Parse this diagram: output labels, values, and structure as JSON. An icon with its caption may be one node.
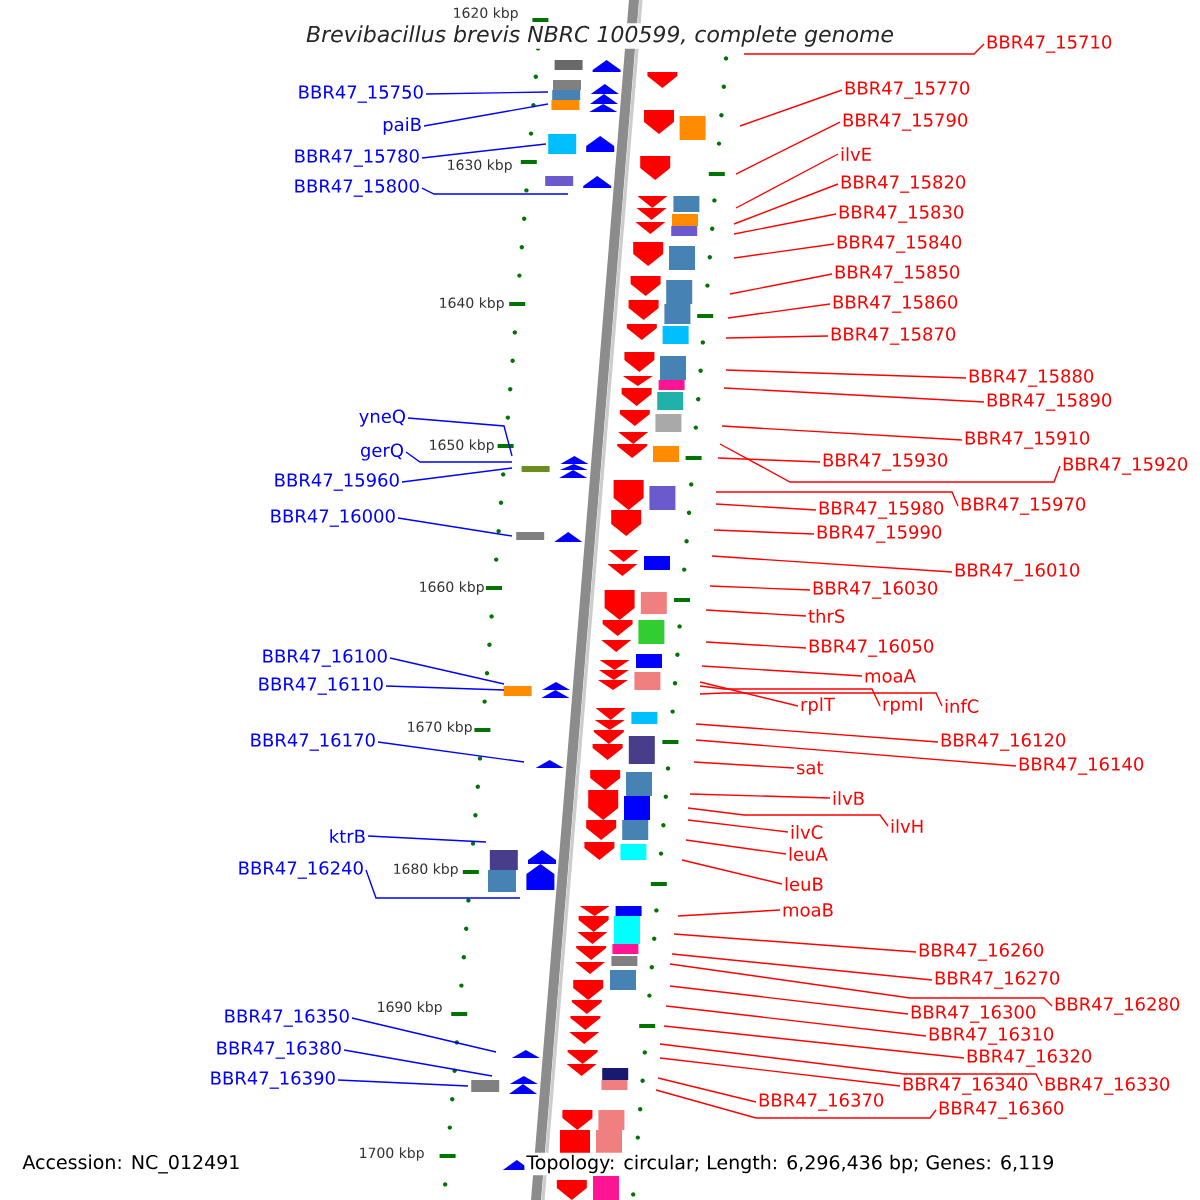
{
  "diagram": {
    "title": "Brevibacillus brevis NBRC 100599, complete genome",
    "nodes": [
      {
        "text": [
          "BBR47_15750"
        ]
      },
      {
        "text": [
          "paiB"
        ]
      },
      {
        "text": [
          "BBR47_15780"
        ]
      },
      {
        "text": [
          "BBR47_15800"
        ]
      },
      {
        "text": [
          "yneQ"
        ]
      },
      {
        "text": [
          "gerQ"
        ]
      },
      {
        "text": [
          "BBR47_15960"
        ]
      },
      {
        "text": [
          "BBR47_16000"
        ]
      },
      {
        "text": [
          "BBR47_16100"
        ]
      },
      {
        "text": [
          "BBR47_16110"
        ]
      },
      {
        "text": [
          "BBR47_16170"
        ]
      },
      {
        "text": [
          "ktrB"
        ]
      },
      {
        "text": [
          "BBR47_16240"
        ]
      },
      {
        "text": [
          "BBR47_16350"
        ]
      },
      {
        "text": [
          "BBR47_16380"
        ]
      },
      {
        "text": [
          "BBR47_16390"
        ]
      },
      {
        "text": [
          "BBR47_15710"
        ]
      },
      {
        "text": [
          "BBR47_15770"
        ]
      },
      {
        "text": [
          "BBR47_15790"
        ]
      },
      {
        "text": [
          "ilvE"
        ]
      },
      {
        "text": [
          "BBR47_15820"
        ]
      },
      {
        "text": [
          "BBR47_15830"
        ]
      },
      {
        "text": [
          "BBR47_15840"
        ]
      },
      {
        "text": [
          "BBR47_15850"
        ]
      },
      {
        "text": [
          "BBR47_15860"
        ]
      },
      {
        "text": [
          "BBR47_15870"
        ]
      },
      {
        "text": [
          "BBR47_15880"
        ]
      },
      {
        "text": [
          "BBR47_15890"
        ]
      },
      {
        "text": [
          "BBR47_15910"
        ]
      },
      {
        "text": [
          "BBR47_15920"
        ]
      },
      {
        "text": [
          "BBR47_15930"
        ]
      },
      {
        "text": [
          "BBR47_15980"
        ]
      },
      {
        "text": [
          "BBR47_15970"
        ]
      },
      {
        "text": [
          "BBR47_15990"
        ]
      },
      {
        "text": [
          "BBR47_16010"
        ]
      },
      {
        "text": [
          "BBR47_16030"
        ]
      },
      {
        "text": [
          "thrS"
        ]
      },
      {
        "text": [
          "BBR47_16050"
        ]
      },
      {
        "text": [
          "moaA"
        ]
      },
      {
        "text": [
          "rplT"
        ]
      },
      {
        "text": [
          "rpmI"
        ]
      },
      {
        "text": [
          "infC"
        ]
      },
      {
        "text": [
          "BBR47_16120"
        ]
      },
      {
        "text": [
          "BBR47_16140"
        ]
      },
      {
        "text": [
          "sat"
        ]
      },
      {
        "text": [
          "ilvB"
        ]
      },
      {
        "text": [
          "ilvH"
        ]
      },
      {
        "text": [
          "ilvC"
        ]
      },
      {
        "text": [
          "leuA"
        ]
      },
      {
        "text": [
          "leuB"
        ]
      },
      {
        "text": [
          "moaB"
        ]
      },
      {
        "text": [
          "BBR47_16260"
        ]
      },
      {
        "text": [
          "BBR47_16270"
        ]
      },
      {
        "text": [
          "BBR47_16280"
        ]
      },
      {
        "text": [
          "BBR47_16300"
        ]
      },
      {
        "text": [
          "BBR47_16310"
        ]
      },
      {
        "text": [
          "BBR47_16320"
        ]
      },
      {
        "text": [
          "BBR47_16330"
        ]
      },
      {
        "text": [
          "BBR47_16340"
        ]
      },
      {
        "text": [
          "BBR47_16360"
        ]
      },
      {
        "text": [
          "BBR47_16370"
        ]
      }
    ],
    "edges": [
      {
        "from": 0,
        "to": null,
        "arrow": "none",
        "color": "#0000ff"
      },
      {
        "from": 1,
        "to": null,
        "arrow": "none",
        "color": "#0000ff"
      },
      {
        "from": 2,
        "to": null,
        "arrow": "none",
        "color": "#0000ff"
      },
      {
        "from": 3,
        "to": null,
        "arrow": "none",
        "color": "#0000ff"
      },
      {
        "from": 4,
        "to": null,
        "arrow": "none",
        "color": "#0000ff"
      },
      {
        "from": 5,
        "to": null,
        "arrow": "none",
        "color": "#0000ff"
      },
      {
        "from": 6,
        "to": null,
        "arrow": "none",
        "color": "#0000ff"
      },
      {
        "from": 7,
        "to": null,
        "arrow": "none",
        "color": "#0000ff"
      },
      {
        "from": 8,
        "to": null,
        "arrow": "none",
        "color": "#0000ff"
      },
      {
        "from": 9,
        "to": null,
        "arrow": "none",
        "color": "#0000ff"
      },
      {
        "from": 10,
        "to": null,
        "arrow": "none",
        "color": "#0000ff"
      },
      {
        "from": 11,
        "to": null,
        "arrow": "none",
        "color": "#0000ff"
      },
      {
        "from": 12,
        "to": null,
        "arrow": "none",
        "color": "#0000ff"
      },
      {
        "from": 13,
        "to": null,
        "arrow": "none",
        "color": "#0000ff"
      },
      {
        "from": 14,
        "to": null,
        "arrow": "none",
        "color": "#0000ff"
      },
      {
        "from": 15,
        "to": null,
        "arrow": "none",
        "color": "#0000ff"
      },
      {
        "from": 16,
        "to": null,
        "arrow": "none"
      },
      {
        "from": 17,
        "to": null,
        "arrow": "none"
      },
      {
        "from": 18,
        "to": null,
        "arrow": "none"
      },
      {
        "from": 19,
        "to": null,
        "arrow": "none"
      },
      {
        "from": 20,
        "to": null,
        "arrow": "none"
      },
      {
        "from": 21,
        "to": null,
        "arrow": "none"
      },
      {
        "from": 22,
        "to": null,
        "arrow": "none"
      },
      {
        "from": 23,
        "to": null,
        "arrow": "none"
      },
      {
        "from": 24,
        "to": null,
        "arrow": "none"
      },
      {
        "from": 25,
        "to": null,
        "arrow": "none"
      },
      {
        "from": 26,
        "to": null,
        "arrow": "none"
      },
      {
        "from": 27,
        "to": null,
        "arrow": "none"
      },
      {
        "from": 28,
        "to": null,
        "arrow": "none"
      },
      {
        "from": 29,
        "to": null,
        "arrow": "none"
      },
      {
        "from": 30,
        "to": null,
        "arrow": "none"
      },
      {
        "from": 31,
        "to": null,
        "arrow": "none"
      },
      {
        "from": 32,
        "to": null,
        "arrow": "none"
      },
      {
        "from": 33,
        "to": null,
        "arrow": "none"
      },
      {
        "from": 34,
        "to": null,
        "arrow": "none"
      },
      {
        "from": 35,
        "to": null,
        "arrow": "none"
      },
      {
        "from": 36,
        "to": null,
        "arrow": "none"
      },
      {
        "from": 37,
        "to": null,
        "arrow": "none"
      },
      {
        "from": 38,
        "to": null,
        "arrow": "none"
      },
      {
        "from": 39,
        "to": null,
        "arrow": "none"
      },
      {
        "from": 40,
        "to": null,
        "arrow": "none"
      },
      {
        "from": 41,
        "to": null,
        "arrow": "none"
      },
      {
        "from": 42,
        "to": null,
        "arrow": "none"
      },
      {
        "from": 43,
        "to": null,
        "arrow": "none"
      },
      {
        "from": 44,
        "to": null,
        "arrow": "none"
      },
      {
        "from": 45,
        "to": null,
        "arrow": "none"
      },
      {
        "from": 46,
        "to": null,
        "arrow": "none"
      },
      {
        "from": 47,
        "to": null,
        "arrow": "none"
      },
      {
        "from": 48,
        "to": null,
        "arrow": "none"
      },
      {
        "from": 49,
        "to": null,
        "arrow": "none"
      },
      {
        "from": 50,
        "to": null,
        "arrow": "none"
      },
      {
        "from": 51,
        "to": null,
        "arrow": "none"
      },
      {
        "from": 52,
        "to": null,
        "arrow": "none"
      },
      {
        "from": 53,
        "to": null,
        "arrow": "none"
      },
      {
        "from": 54,
        "to": null,
        "arrow": "none"
      },
      {
        "from": 55,
        "to": null,
        "arrow": "none"
      },
      {
        "from": 56,
        "to": null,
        "arrow": "none"
      },
      {
        "from": 57,
        "to": null,
        "arrow": "none"
      },
      {
        "from": 58,
        "to": null,
        "arrow": "none"
      },
      {
        "from": 59,
        "to": null,
        "arrow": "none"
      },
      {
        "from": 60,
        "to": null,
        "arrow": "none"
      }
    ],
    "labels": [
      "1620 kbp",
      "1630 kbp",
      "1640 kbp",
      "1650 kbp",
      "1660 kbp",
      "1670 kbp",
      "1680 kbp",
      "1690 kbp",
      "1700 kbp",
      "Accession: NC_012491",
      "Topology: circular; Length: 6,296,436 bp; Genes: 6,119"
    ]
  }
}
